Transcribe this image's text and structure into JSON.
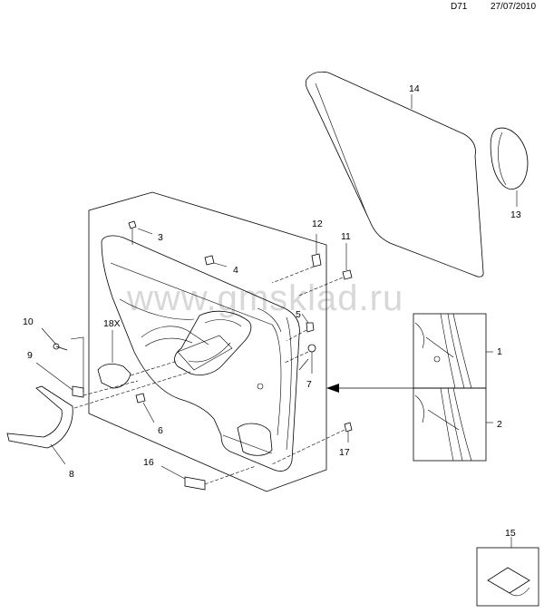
{
  "header": {
    "diagram_code": "D71",
    "date": "27/07/2010"
  },
  "watermark": "www.gmsklad.ru",
  "callouts": {
    "c1": "1",
    "c2": "2",
    "c3": "3",
    "c4": "4",
    "c5": "5",
    "c6": "6",
    "c7": "7",
    "c8": "8",
    "c9": "9",
    "c10": "10",
    "c11": "11",
    "c12": "12",
    "c13": "13",
    "c14": "14",
    "c15": "15",
    "c16": "16",
    "c17": "17",
    "c18x": "18X"
  },
  "colors": {
    "line": "#000000",
    "watermark": "#d8d8d8",
    "background": "#ffffff"
  }
}
